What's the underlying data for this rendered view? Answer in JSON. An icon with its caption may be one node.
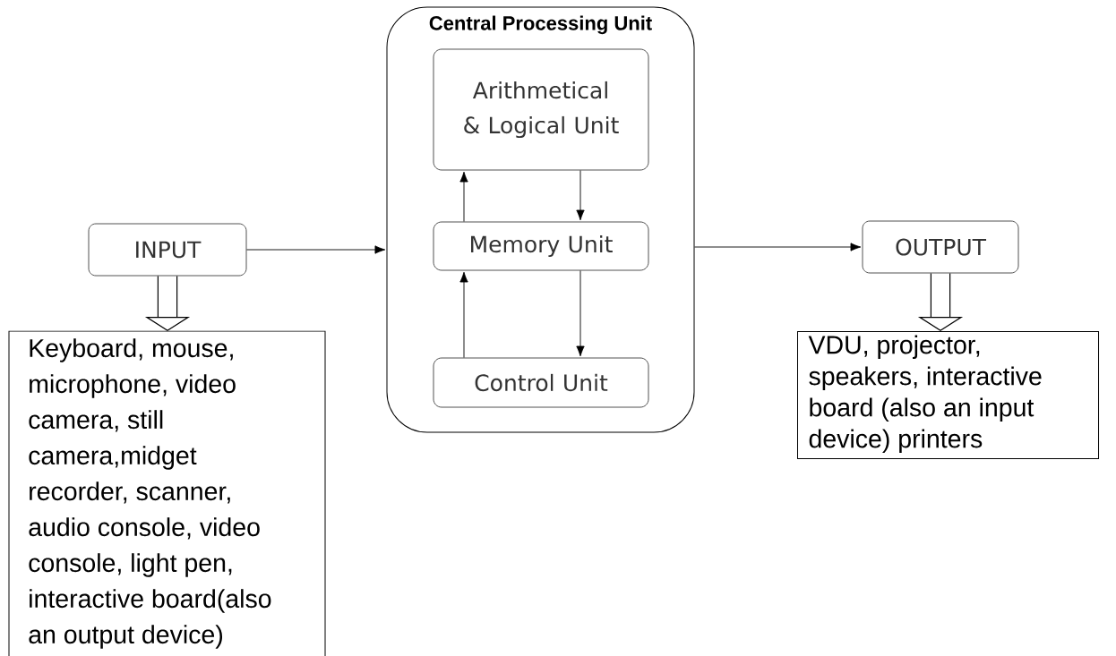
{
  "diagram": {
    "nodes": [
      {
        "text": [
          "Central Processing Unit"
        ]
      },
      {
        "text": [
          "Arithmetical & Logical Unit"
        ],
        "in": 0
      },
      {
        "text": [
          "Memory Unit"
        ],
        "in": 0
      },
      {
        "text": [
          "Control Unit"
        ],
        "in": 0
      },
      {
        "text": [
          "INPUT"
        ]
      },
      {
        "text": [
          "OUTPUT"
        ]
      },
      {
        "text": [
          "Keyboard, mouse, microphone, video camera, still camera,midget recorder, scanner, audio console, video console, light pen, interactive board(also an output device)"
        ]
      },
      {
        "text": [
          "VDU, projector, speakers, interactive board (also an input device) printers"
        ]
      }
    ],
    "edges": [
      {
        "from": 4,
        "to": 0,
        "arrow": "to"
      },
      {
        "from": 0,
        "to": 5,
        "arrow": "to"
      },
      {
        "from": 2,
        "to": 1,
        "arrow": "to"
      },
      {
        "from": 1,
        "to": 2,
        "arrow": "to"
      },
      {
        "from": 3,
        "to": 2,
        "arrow": "to"
      },
      {
        "from": 2,
        "to": 3,
        "arrow": "to"
      },
      {
        "from": 4,
        "to": 6,
        "arrow": "to",
        "style": "thick"
      },
      {
        "from": 5,
        "to": 7,
        "arrow": "to",
        "style": "thick"
      }
    ]
  }
}
